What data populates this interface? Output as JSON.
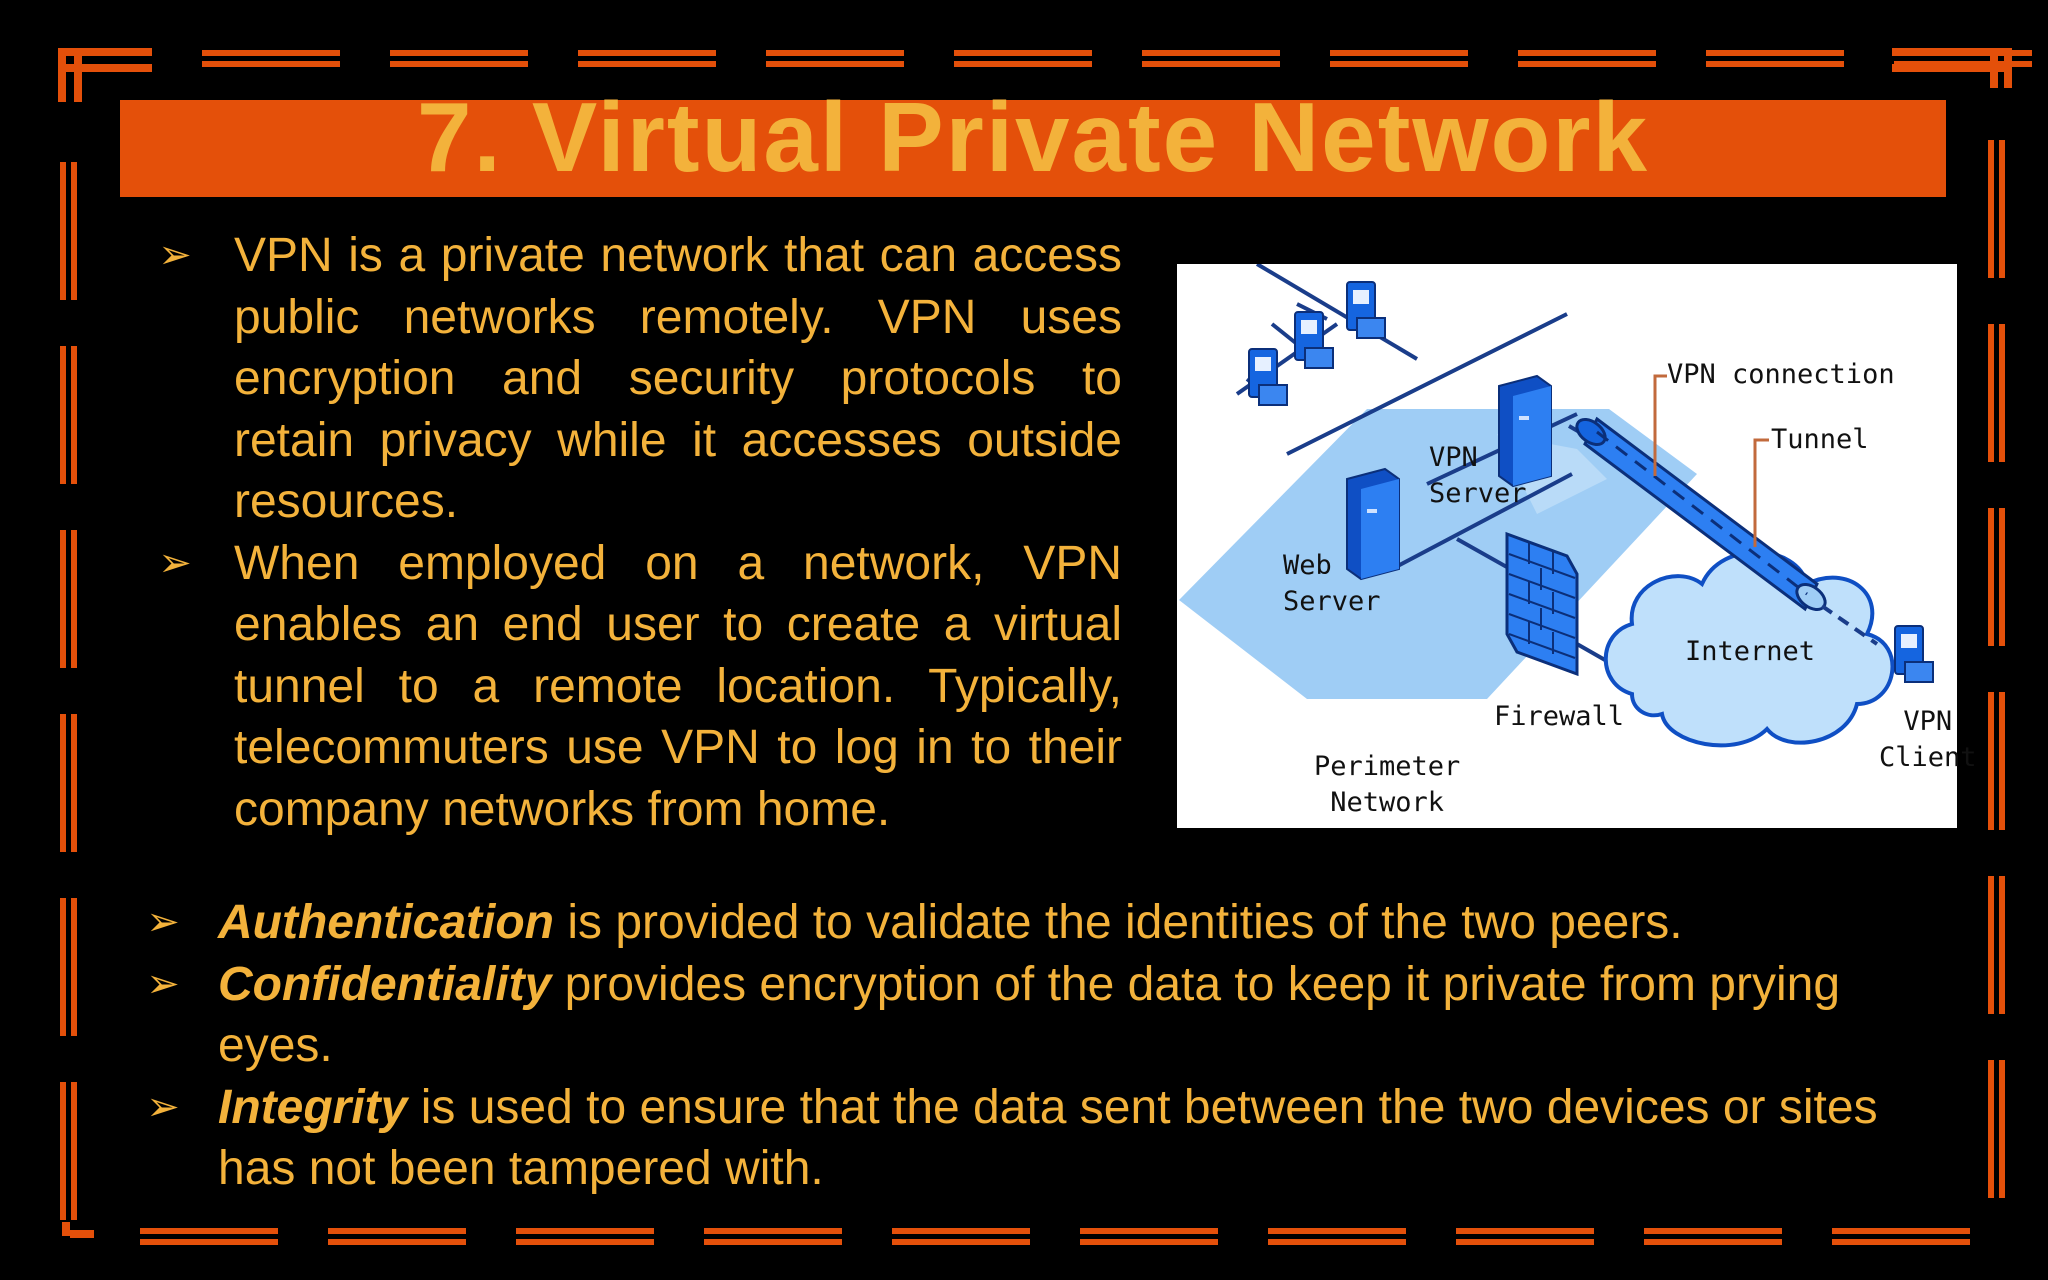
{
  "slide": {
    "title": "7. Virtual Private Network",
    "bullet_glyph": "➢",
    "top_bullets": [
      "VPN is a private network that can access public networks remotely. VPN uses encryption and security protocols to retain privacy while it accesses outside resources.",
      "When employed on a network, VPN enables an end user to create a virtual tunnel to a remote location. Typically, telecommuters use VPN to log in to their company networks from home."
    ],
    "bottom_bullets": [
      {
        "term": "Authentication",
        "text": " is provided to validate the identities of the two peers."
      },
      {
        "term": "Confidentiality",
        "text": " provides encryption of the data to keep it private from prying eyes."
      },
      {
        "term": "Integrity",
        "text": " is used to ensure that the data sent between the two devices or sites has not been tampered with."
      }
    ]
  },
  "diagram": {
    "labels": {
      "vpn_connection": "VPN connection",
      "tunnel": "Tunnel",
      "vpn_server": "VPN\nServer",
      "web_server": "Web\nServer",
      "firewall": "Firewall",
      "internet": "Internet",
      "vpn_client": "VPN\nClient",
      "perimeter_network": "Perimeter\nNetwork"
    },
    "icons": [
      "workstation-icon",
      "server-icon",
      "firewall-icon",
      "cloud-icon",
      "tunnel-icon"
    ]
  },
  "colors": {
    "background": "#000000",
    "title_bar": "#e4500a",
    "title_text": "#f3b23b",
    "body_text": "#f3b23b",
    "frame": "#e4500a",
    "device_blue": "#1565e0",
    "network_plane": "#9fcdf5"
  }
}
